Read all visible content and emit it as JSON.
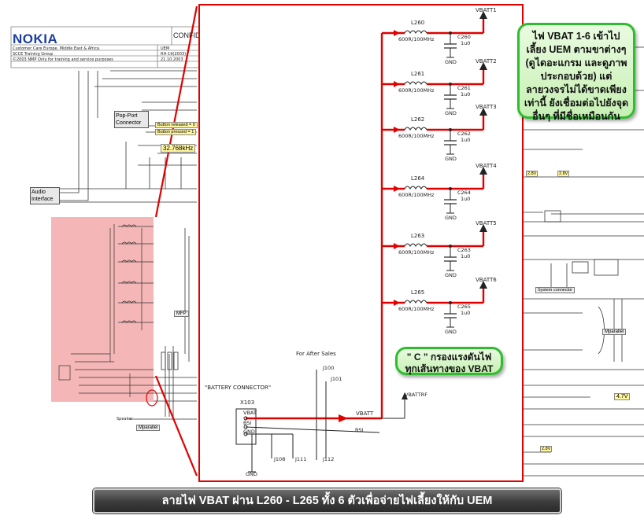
{
  "header": {
    "logo": "NOKIA",
    "block_title": "CONFID",
    "info_rows": [
      "Customer Care Europe, Middle East & Africa",
      "SCCE Training Group",
      "©2003 NMP Only for training and service purposes"
    ],
    "info_right": [
      "UEM",
      "RH-19(2003)",
      "21.10.2003"
    ]
  },
  "background": {
    "popport_label": "Pop-Port Connector",
    "button_released": "Button released = 0",
    "button_pressed": "Button pressed = 1",
    "crystal": "32.768kHz",
    "audio_label": "Audio Interface",
    "system_connector": "System connector",
    "mparallel_label": "Mparallel",
    "mparallel_left": "Mparallel",
    "voltage_47": "4.7V",
    "voltage_28a": "2.8V",
    "voltage_28b": "2.8V",
    "voltage_28c": "2.8V",
    "mfp_label": "MFP",
    "speaker_label": "Speaker"
  },
  "zoom": {
    "outputs": [
      {
        "vbatt": "VBATT1",
        "inductor": "L260",
        "ind_value": "600R/100MHz",
        "cap": "C260",
        "cap_value": "1u0",
        "gnd": "GND"
      },
      {
        "vbatt": "VBATT2",
        "inductor": "L261",
        "ind_value": "600R/100MHz",
        "cap": "C261",
        "cap_value": "1u0",
        "gnd": "GND"
      },
      {
        "vbatt": "VBATT3",
        "inductor": "L262",
        "ind_value": "600R/100MHz",
        "cap": "C262",
        "cap_value": "1u0",
        "gnd": "GND"
      },
      {
        "vbatt": "VBATT4",
        "inductor": "L264",
        "ind_value": "600R/100MHz",
        "cap": "C264",
        "cap_value": "1u0",
        "gnd": "GND"
      },
      {
        "vbatt": "VBATT5",
        "inductor": "L263",
        "ind_value": "600R/100MHz",
        "cap": "C263",
        "cap_value": "1u0",
        "gnd": "GND"
      },
      {
        "vbatt": "VBATT6",
        "inductor": "L265",
        "ind_value": "600R/100MHz",
        "cap": "C265",
        "cap_value": "1u0",
        "gnd": "GND"
      }
    ],
    "for_after_sales": "For After Sales",
    "battery_connector": "\"BATTERY CONNECTOR\"",
    "connector_ref": "X103",
    "pins": [
      "VBAT",
      "BSI",
      "GND"
    ],
    "test_points": [
      "J100",
      "J101",
      "J108",
      "J111",
      "J112"
    ],
    "vbatt_net": "VBATT",
    "vbattrf_net": "VBATTRF",
    "bsi_net": "BSI",
    "gnd_bottom": "GND"
  },
  "callouts": {
    "top": "ไฟ VBAT 1-6  เข้าไป\nเลี้ยง UEM ตามขาต่างๆ\n(ดูไดอะแกรม และดูภาพ\nประกอบด้วย) แต่\nลายวงจรไม่ได้ขาดเพียง\nเท่านี้ ยังเชื่อมต่อไปยังจุด\nอื่นๆ ที่มีชื่อเหมือนกัน",
    "c_note": "\" C \" กรองแรงดันไฟ\nทุกเส้นทางของ VBAT"
  },
  "caption": "ลายไฟ VBAT ผ่าน L260 - L265 ทั้ง 6 ตัวเพื่อจ่ายไฟเลี้ยงให้กับ UEM",
  "colors": {
    "highlight_trace": "#e00000",
    "pink_region": "#f4b6b6",
    "callout_border": "#2ebd2e",
    "callout_fill": "#d8f6cc",
    "caption_bar": "#3c3c3c",
    "logo_blue": "#1b3ea0"
  }
}
